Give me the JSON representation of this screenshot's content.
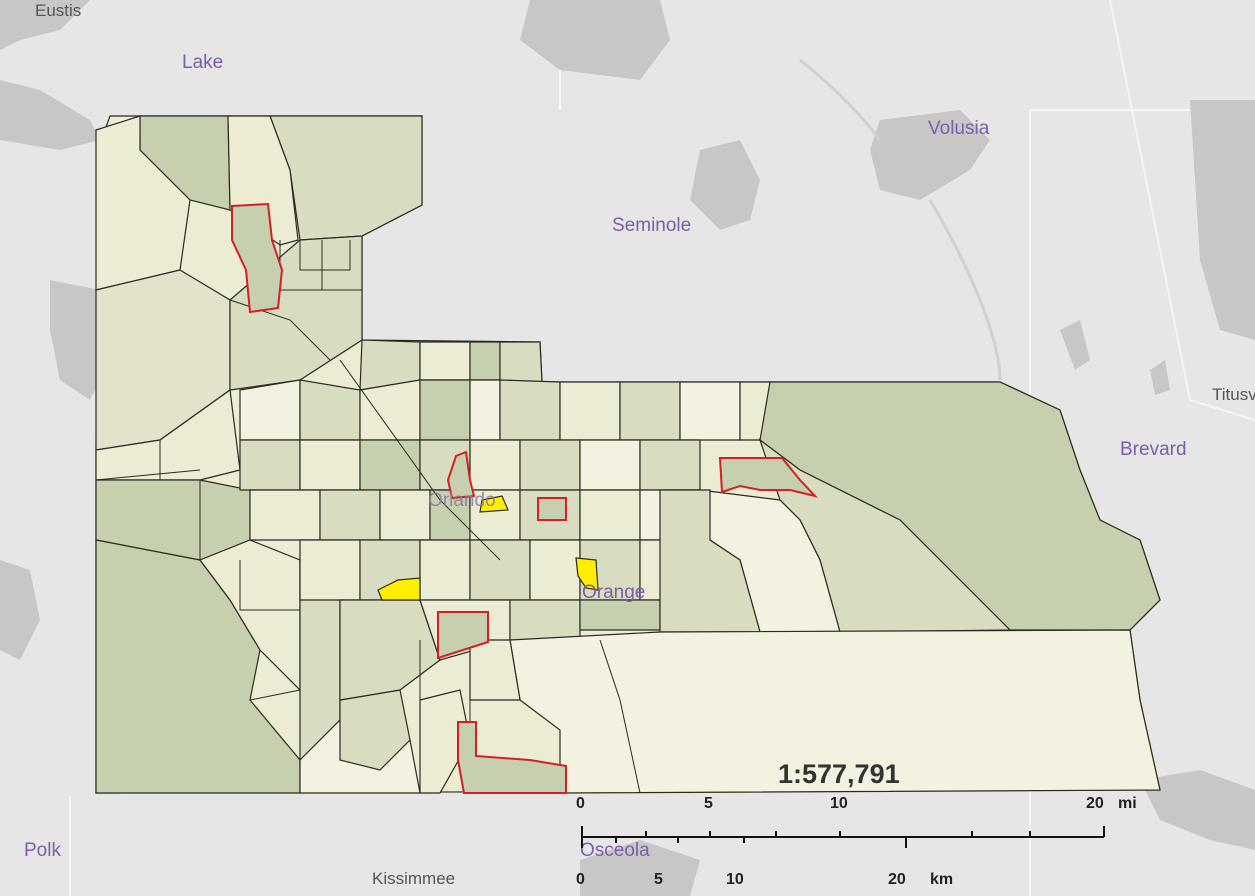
{
  "map": {
    "labels": {
      "eustis": "Eustis",
      "lake": "Lake",
      "volusia": "Volusia",
      "seminole": "Seminole",
      "titusville": "Titusv",
      "brevard": "Brevard",
      "orlando": "Orlando",
      "orange": "Orange",
      "polk": "Polk",
      "kissimmee": "Kissimmee",
      "osceola": "Osceola"
    },
    "scale": {
      "ratio": "1:577,791",
      "mi_ticks": [
        "0",
        "5",
        "10",
        "20"
      ],
      "mi_unit": "mi",
      "km_ticks": [
        "0",
        "5",
        "10",
        "20"
      ],
      "km_unit": "km"
    },
    "colors": {
      "water": "#c7c7c7",
      "land": "#e6e6e6",
      "tract_dark": "#c6cfae",
      "tract_mid": "#d8dcc0",
      "tract_light": "#ecebd3",
      "tract_pale": "#f3f1df",
      "outline": "#2b2b1f",
      "highlight_outline": "#d32020",
      "highlight_fill": "#ffee00"
    }
  }
}
